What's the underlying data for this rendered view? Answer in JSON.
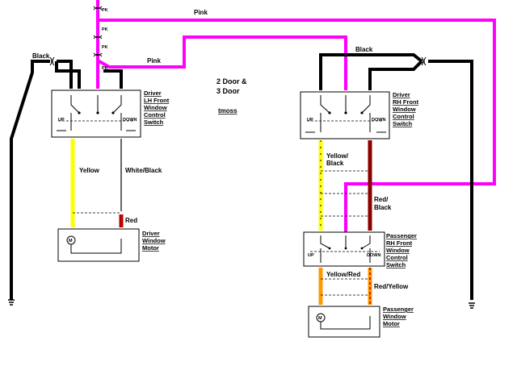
{
  "title_block": {
    "line1": "2 Door &",
    "line2": "3 Door",
    "author": "tmoss"
  },
  "wire_labels": {
    "pink_top": "Pink",
    "pink_mid": "Pink",
    "black_left": "Black",
    "black_right": "Black",
    "yellow": "Yellow",
    "white_black": "White/Black",
    "red": "Red",
    "yellow_black_1": "Yellow/",
    "yellow_black_2": "Black",
    "red_black_1": "Red/",
    "red_black_2": "Black",
    "yellow_red": "Yellow/Red",
    "red_yellow": "Red/Yellow",
    "pk": "PK"
  },
  "components": {
    "driver_switch": [
      "Driver",
      "LH Front",
      "Window",
      "Control",
      "Switch"
    ],
    "driver_motor": [
      "Driver",
      "Window",
      "Motor"
    ],
    "rh_switch": [
      "Driver",
      "RH Front",
      "Window",
      "Control",
      "Switch"
    ],
    "pass_switch": [
      "Passenger",
      "RH Front",
      "Window",
      "Control",
      "Switch"
    ],
    "pass_motor": [
      "Passenger",
      "Window",
      "Motor"
    ]
  },
  "switch_marks": {
    "up": "UP",
    "down": "DOWN",
    "motor_symbol": "M"
  },
  "colors": {
    "pink": "#ff00ff",
    "black": "#000000",
    "yellow": "#ffff00",
    "red": "#c00000",
    "orange": "#ff9900"
  }
}
